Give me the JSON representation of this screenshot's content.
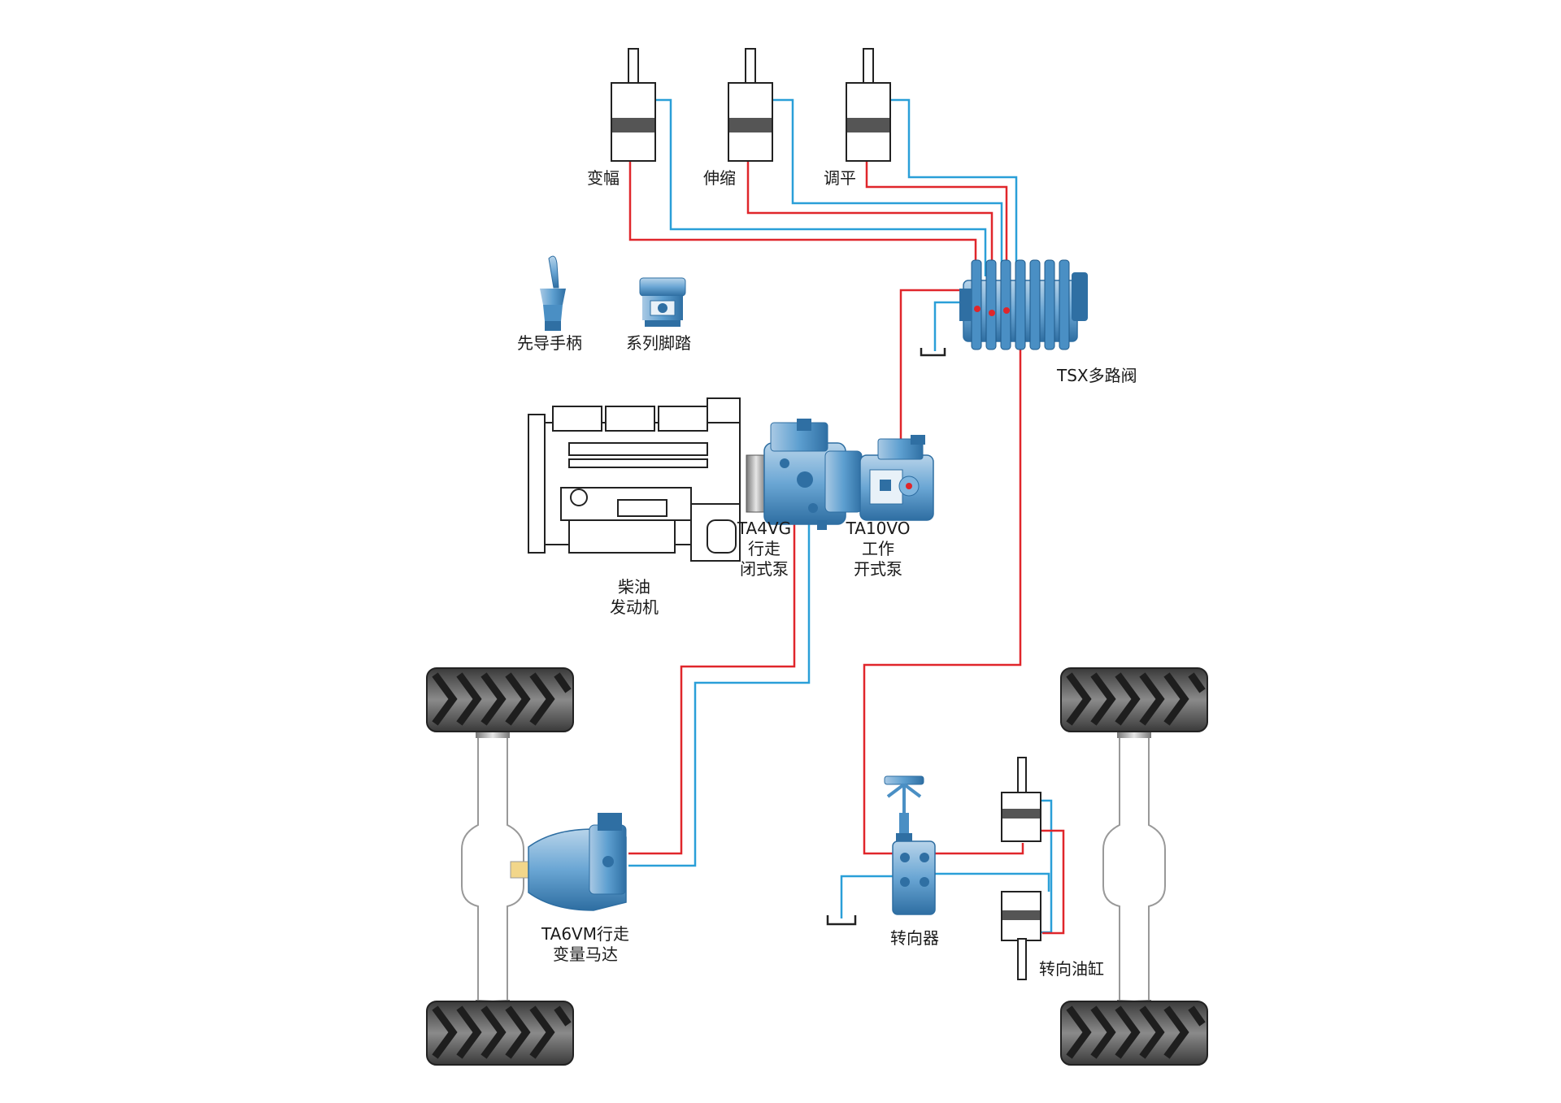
{
  "colors": {
    "pressure_line": "#e0262b",
    "return_line": "#2a9fd8",
    "component": "#4a8fc4",
    "outline": "#222222"
  },
  "labels": {
    "cyl_luffing": "变幅",
    "cyl_telescope": "伸缩",
    "cyl_leveling": "调平",
    "pilot_handle": "先导手柄",
    "foot_pedal": "系列脚踏",
    "valve": "TSX多路阀",
    "engine_l1": "柴油",
    "engine_l2": "发动机",
    "pump_closed_l1": "TA4VG",
    "pump_closed_l2": "行走",
    "pump_closed_l3": "闭式泵",
    "pump_open_l1": "TA10VO",
    "pump_open_l2": "工作",
    "pump_open_l3": "开式泵",
    "motor_l1": "TA6VM行走",
    "motor_l2": "变量马达",
    "steering_unit": "转向器",
    "steering_cyl": "转向油缸"
  }
}
